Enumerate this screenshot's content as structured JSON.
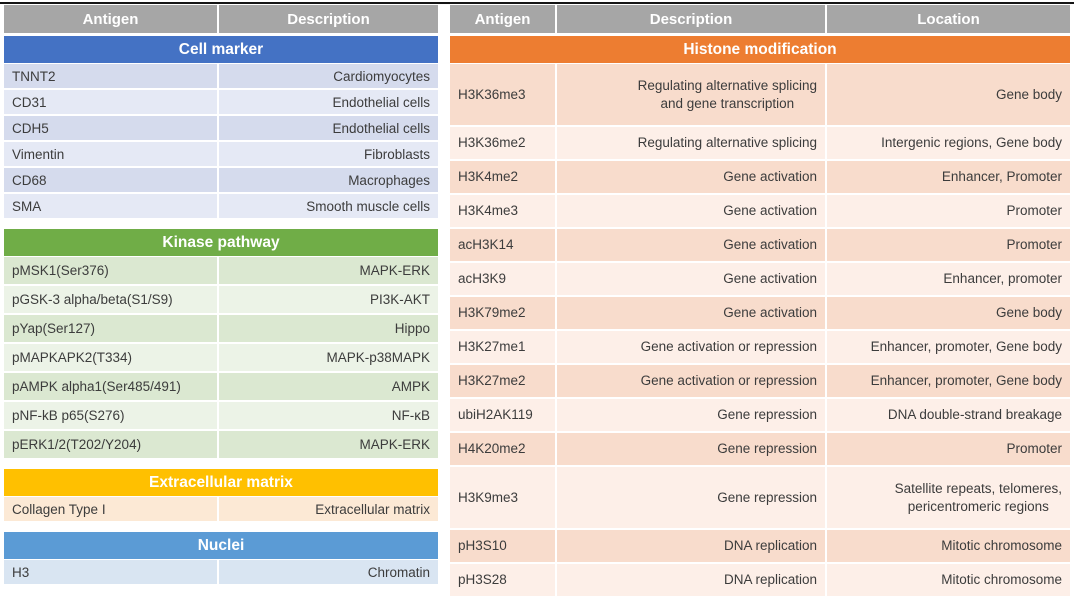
{
  "left_table": {
    "headers": [
      "Antigen",
      "Description"
    ],
    "header_color": "#a6a6a6",
    "sections": [
      {
        "title": "Cell marker",
        "color": "#4472c4",
        "row_colors": [
          "#d5dbed",
          "#e5e9f5"
        ],
        "rows": [
          [
            "TNNT2",
            "Cardiomyocytes"
          ],
          [
            "CD31",
            "Endothelial cells"
          ],
          [
            "CDH5",
            "Endothelial cells"
          ],
          [
            "Vimentin",
            "Fibroblasts"
          ],
          [
            "CD68",
            "Macrophages"
          ],
          [
            "SMA",
            "Smooth muscle cells"
          ]
        ]
      },
      {
        "title": "Kinase pathway",
        "color": "#70ad47",
        "row_colors": [
          "#dbe8d1",
          "#ecf3e7"
        ],
        "rows": [
          [
            "pMSK1(Ser376)",
            "MAPK-ERK"
          ],
          [
            "pGSK-3 alpha/beta(S1/S9)",
            "PI3K-AKT"
          ],
          [
            "pYap(Ser127)",
            "Hippo"
          ],
          [
            "pMAPKAPK2(T334)",
            "MAPK-p38MAPK"
          ],
          [
            "pAMPK alpha1(Ser485/491)",
            "AMPK"
          ],
          [
            "pNF-kB p65(S276)",
            "NF-κB"
          ],
          [
            "pERK1/2(T202/Y204)",
            "MAPK-ERK"
          ]
        ]
      },
      {
        "title": "Extracellular matrix",
        "color": "#ffc000",
        "row_colors": [
          "#fce9d5"
        ],
        "rows": [
          [
            "Collagen Type I",
            "Extracellular matrix"
          ]
        ]
      },
      {
        "title": "Nuclei",
        "color": "#5b9bd5",
        "row_colors": [
          "#d9e5f2"
        ],
        "rows": [
          [
            "H3",
            "Chromatin"
          ]
        ]
      }
    ]
  },
  "right_table": {
    "headers": [
      "Antigen",
      "Description",
      "Location"
    ],
    "header_color": "#a6a6a6",
    "sections": [
      {
        "title": "Histone modification",
        "color": "#ed7d31",
        "row_colors": [
          "#f8dccc",
          "#fdefe8"
        ],
        "rows": [
          [
            "H3K36me3",
            "Regulating alternative splicing\nand gene transcription",
            "Gene body"
          ],
          [
            "H3K36me2",
            "Regulating alternative splicing",
            "Intergenic regions, Gene body"
          ],
          [
            "H3K4me2",
            "Gene activation",
            "Enhancer, Promoter"
          ],
          [
            "H3K4me3",
            "Gene activation",
            "Promoter"
          ],
          [
            "acH3K14",
            "Gene activation",
            "Promoter"
          ],
          [
            "acH3K9",
            "Gene activation",
            "Enhancer, promoter"
          ],
          [
            "H3K79me2",
            "Gene activation",
            "Gene body"
          ],
          [
            "H3K27me1",
            "Gene activation or repression",
            "Enhancer, promoter, Gene body"
          ],
          [
            "H3K27me2",
            "Gene activation or repression",
            "Enhancer, promoter, Gene body"
          ],
          [
            "ubiH2AK119",
            "Gene repression",
            "DNA double-strand breakage"
          ],
          [
            "H4K20me2",
            "Gene repression",
            "Promoter"
          ],
          [
            "H3K9me3",
            "Gene repression",
            "Satellite repeats, telomeres,\npericentromeric regions"
          ],
          [
            "pH3S10",
            "DNA replication",
            "Mitotic chromosome"
          ],
          [
            "pH3S28",
            "DNA replication",
            "Mitotic chromosome"
          ]
        ]
      }
    ]
  }
}
